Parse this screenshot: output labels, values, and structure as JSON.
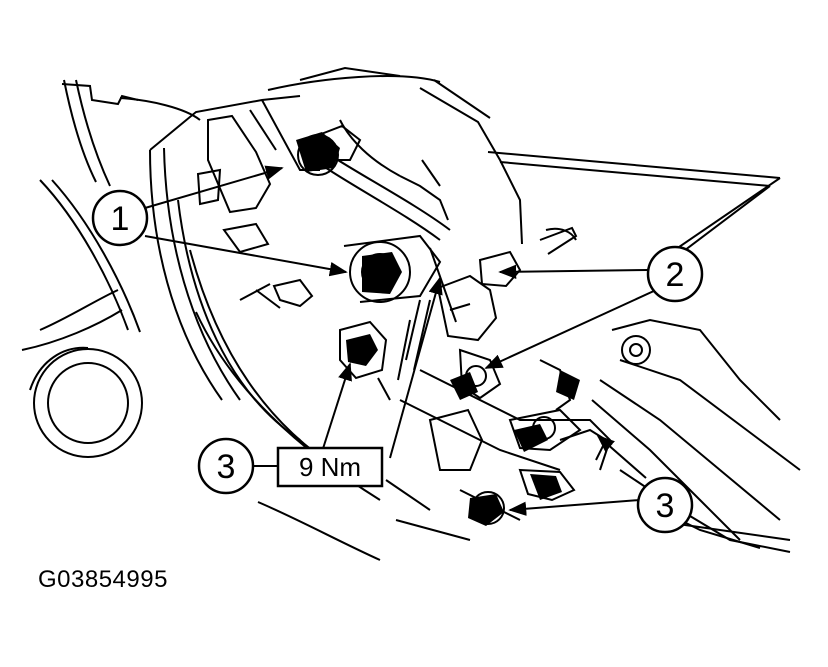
{
  "figure_id": "G03854995",
  "callouts": {
    "c1": "1",
    "c2": "2",
    "c3_left": "3",
    "c3_right": "3"
  },
  "torque_label": "9 Nm",
  "colors": {
    "line": "#000000",
    "background": "#ffffff"
  }
}
